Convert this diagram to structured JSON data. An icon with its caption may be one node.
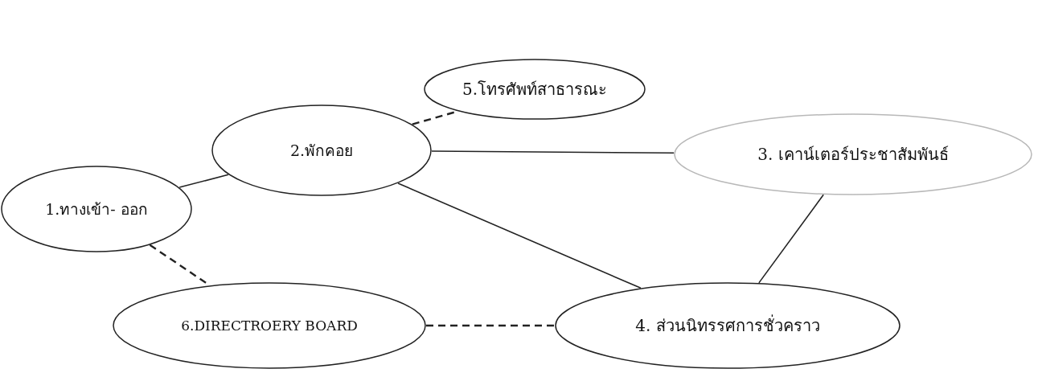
{
  "diagram": {
    "nodes": [
      {
        "text": [
          "1.ทางเข้า- ออก"
        ]
      },
      {
        "text": [
          "2.พักคอย"
        ]
      },
      {
        "text": [
          "5.โทรศัพท์สาธารณะ"
        ]
      },
      {
        "text": [
          "3. เคาน์เตอร์ประชาสัมพันธ์"
        ]
      },
      {
        "text": [
          "6.DIRECTROERY BOARD"
        ]
      },
      {
        "text": [
          "4. ส่วนนิทรรศการชั่วคราว"
        ]
      }
    ],
    "edges": [
      {
        "from": 0,
        "to": 1,
        "arrow": "none"
      },
      {
        "from": 1,
        "to": 2,
        "arrow": "none",
        "style": "dashed"
      },
      {
        "from": 1,
        "to": 3,
        "arrow": "none"
      },
      {
        "from": 1,
        "to": 5,
        "arrow": "none"
      },
      {
        "from": 3,
        "to": 5,
        "arrow": "none"
      },
      {
        "from": 0,
        "to": 4,
        "arrow": "none",
        "style": "dashed"
      },
      {
        "from": 4,
        "to": 5,
        "arrow": "none",
        "style": "dashed"
      }
    ]
  }
}
